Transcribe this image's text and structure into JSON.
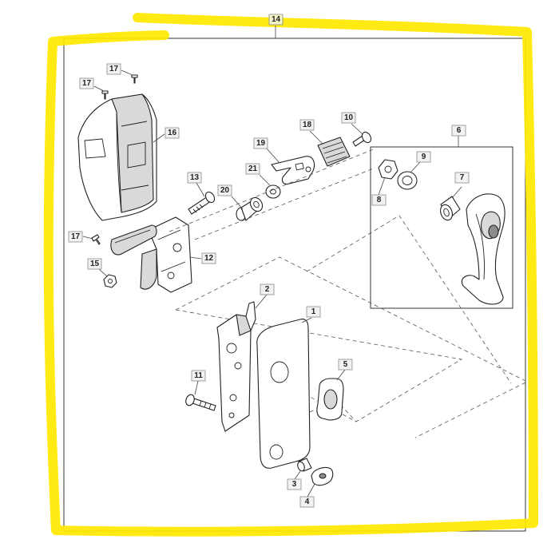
{
  "callouts": {
    "c14": "14",
    "c17a": "17",
    "c17b": "17",
    "c17c": "17",
    "c16": "16",
    "c13": "13",
    "c20": "20",
    "c21": "21",
    "c19": "19",
    "c18": "18",
    "c10": "10",
    "c6": "6",
    "c9": "9",
    "c8": "8",
    "c7": "7",
    "c15": "15",
    "c12": "12",
    "c2": "2",
    "c1": "1",
    "c5": "5",
    "c11": "11",
    "c3": "3",
    "c4": "4"
  },
  "colors": {
    "highlight": "#ffe800",
    "line": "#222222",
    "callout_fill": "#f2f2f2"
  }
}
